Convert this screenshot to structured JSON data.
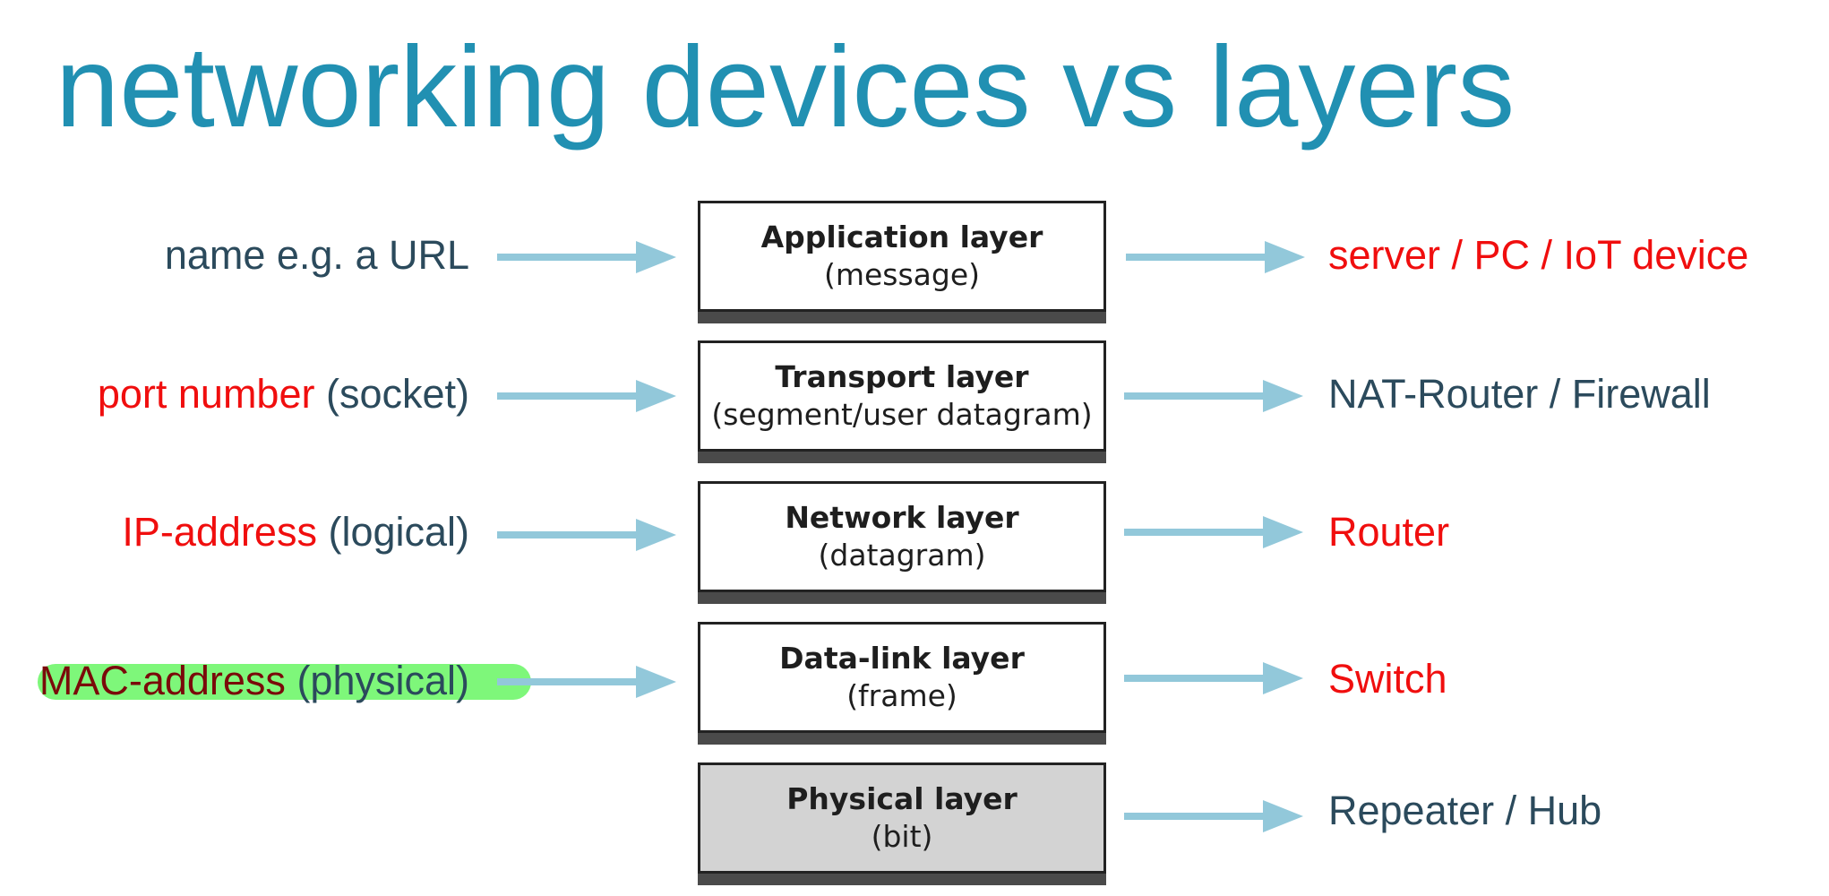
{
  "title": "networking devices vs layers",
  "colors": {
    "title": "#2190b2",
    "text": "#2b4a5c",
    "emphasis_red": "#f00e0e",
    "emphasis_dark_red": "#7a0a0a",
    "highlight_green": "#7ef77a",
    "arrow": "#92c8da",
    "box_border": "#222222",
    "box_shadow": "#4a4a4a",
    "physical_fill": "#d3d3d3"
  },
  "layers": [
    {
      "name": "Application layer",
      "unit": "(message)"
    },
    {
      "name": "Transport layer",
      "unit": "(segment/user datagram)"
    },
    {
      "name": "Network layer",
      "unit": "(datagram)"
    },
    {
      "name": "Data-link layer",
      "unit": "(frame)"
    },
    {
      "name": "Physical layer",
      "unit": "(bit)"
    }
  ],
  "addressing": [
    {
      "text": "name e.g. a URL"
    },
    {
      "emphasis": "port number",
      "text": " (socket)"
    },
    {
      "emphasis": "IP-address",
      "text": " (logical)"
    },
    {
      "emphasis": "MAC-address",
      "text": " (physical)",
      "highlighted": true
    }
  ],
  "devices": [
    {
      "text": "server / PC / IoT device",
      "emphasized": true
    },
    {
      "text": "NAT-Router / Firewall",
      "emphasized": false
    },
    {
      "text": "Router",
      "emphasized": true
    },
    {
      "text": "Switch",
      "emphasized": true
    },
    {
      "text": "Repeater / Hub",
      "emphasized": false
    }
  ]
}
